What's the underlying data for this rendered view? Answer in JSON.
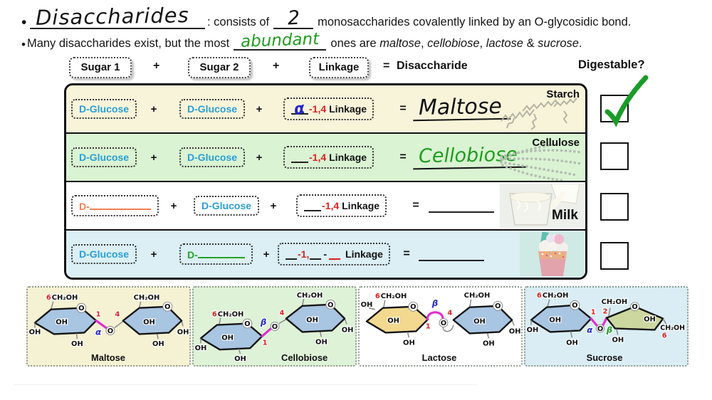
{
  "colors": {
    "glucose_blue": "#2a9fd8",
    "number_red": "#e02020",
    "d_orange": "#f08050",
    "d_green": "#28a228",
    "hand_green": "#1f9e1f",
    "check_green": "#1a9c28",
    "alpha_blue": "#2525cc",
    "bond_magenta": "#e02fd0"
  },
  "bullet1": {
    "bullet": "•",
    "title": "Disaccharides",
    "after_title": ": consists of",
    "blank": "2",
    "rest": "monosaccharides covalently linked by an O-glycosidic bond."
  },
  "bullet2": {
    "bullet": "•",
    "prefix": "Many disaccharides exist, but the most",
    "blank": "abundant",
    "segments": [
      "ones are ",
      "maltose",
      ", ",
      "cellobiose",
      ", ",
      "lactose",
      " & ",
      "sucrose",
      "."
    ]
  },
  "symbols": {
    "plus": "+",
    "equals": "="
  },
  "header": {
    "sugar1": "Sugar 1",
    "sugar2": "Sugar 2",
    "linkage": "Linkage",
    "disaccharide": "Disaccharide",
    "digestable": "Digestable?"
  },
  "table": {
    "rows": [
      {
        "sugar1": "D-Glucose",
        "sugar2": "D-Glucose",
        "linkage_hand": "α",
        "linkage_nums": "-1,4",
        "linkage_word": "Linkage",
        "result": "Maltose",
        "image_label": "Starch",
        "digestable_checked": true
      },
      {
        "sugar1": "D-Glucose",
        "sugar2": "D-Glucose",
        "linkage_nums": "-1,4",
        "linkage_word": "Linkage",
        "result": "Cellobiose",
        "image_label": "Cellulose",
        "digestable_checked": false
      },
      {
        "sugar1_prefix": "D-",
        "sugar2": "D-Glucose",
        "linkage_nums": "-1,4",
        "linkage_word": "Linkage",
        "image_label": "Milk",
        "digestable_checked": false
      },
      {
        "sugar1": "D-Glucose",
        "sugar2_prefix": "D-",
        "linkage_red": "-1,",
        "linkage_dash": "-",
        "linkage_word": "Linkage",
        "digestable_checked": false
      }
    ]
  },
  "structures": {
    "shared": {
      "six": "6",
      "one": "1",
      "two": "2",
      "four": "4",
      "alpha": "α",
      "beta": "β",
      "o": "O",
      "oh": "OH",
      "ch2oh": "CH₂OH"
    },
    "captions": [
      "Maltose",
      "Cellobiose",
      "Lactose",
      "Sucrose"
    ]
  }
}
